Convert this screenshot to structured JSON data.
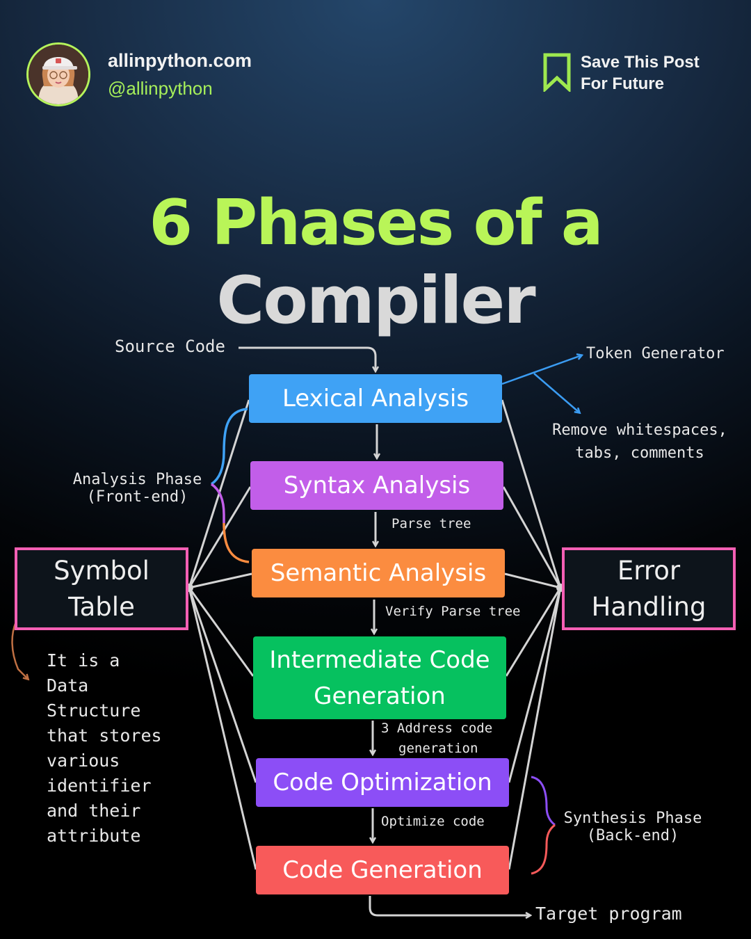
{
  "header": {
    "site": "allinpython.com",
    "handle": "@allinpython",
    "save_line1": "Save This Post",
    "save_line2": "For Future"
  },
  "title": {
    "line1": "6 Phases of a",
    "line2": "Compiler"
  },
  "diagram": {
    "input_label": "Source Code",
    "output_label": "Target program",
    "phases": [
      {
        "line1": "Lexical Analysis",
        "line2": "",
        "color": "#3fa2f5"
      },
      {
        "line1": "Syntax Analysis",
        "line2": "",
        "color": "#c25ee9"
      },
      {
        "line1": "Semantic Analysis",
        "line2": "",
        "color": "#fb8c40"
      },
      {
        "line1": "Intermediate Code",
        "line2": "Generation",
        "color": "#06c15f"
      },
      {
        "line1": "Code Optimization",
        "line2": "",
        "color": "#8c4ef6"
      },
      {
        "line1": "Code Generation",
        "line2": "",
        "color": "#f85a5a"
      }
    ],
    "edge_labels": {
      "syntax_out": "Parse tree",
      "semantic_out": "Verify Parse tree",
      "icg_out_line1": "3 Address code",
      "icg_out_line2": "generation",
      "opt_out": "Optimize code"
    },
    "lexical_notes": {
      "note1": "Token Generator",
      "note2_line1": "Remove whitespaces,",
      "note2_line2": "tabs, comments"
    },
    "analysis_phase": {
      "line1": "Analysis Phase",
      "line2": "(Front-end)"
    },
    "synthesis_phase": {
      "line1": "Synthesis Phase",
      "line2": "(Back-end)"
    },
    "symbol_table": {
      "line1": "Symbol",
      "line2": "Table",
      "desc": [
        "It is a",
        "Data",
        "Structure",
        "that stores",
        "various",
        "identifier",
        "and their",
        "attribute"
      ]
    },
    "error_handling": {
      "line1": "Error",
      "line2": "Handling"
    },
    "colors": {
      "accent_green": "#b9f558",
      "side_box_border": "#f45fb4",
      "connector": "#d4d4d4",
      "note_arrow": "#3b9cf2"
    }
  }
}
